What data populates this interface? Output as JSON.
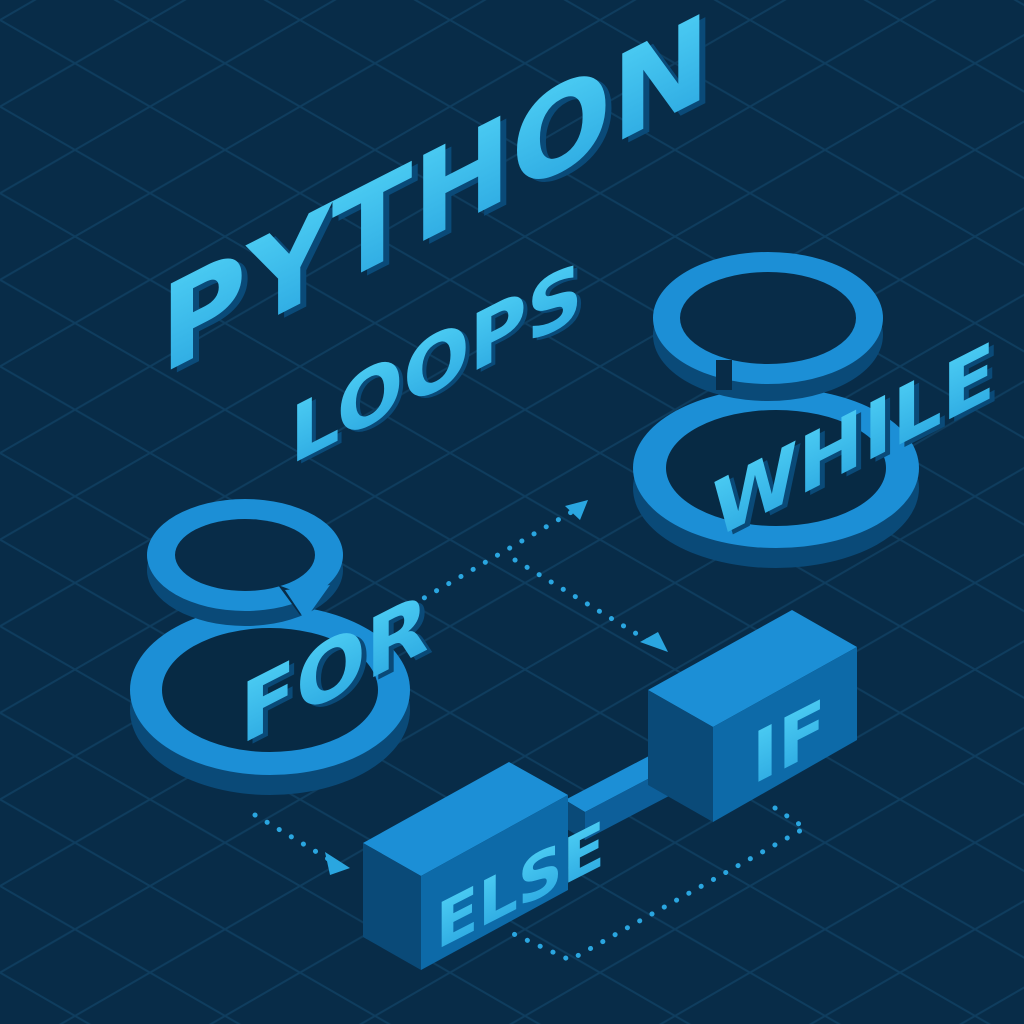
{
  "title": {
    "line1": "PYTHON",
    "line2": "LOOPS"
  },
  "nodes": {
    "for": {
      "label": "FOR",
      "icon": "loop-arrow-icon"
    },
    "while": {
      "label": "WHILE",
      "icon": "loop-ring-icon"
    },
    "if": {
      "label": "IF",
      "icon": "block-icon"
    },
    "else": {
      "label": "ELSE",
      "icon": "block-icon"
    }
  },
  "connectors": [
    {
      "from": "for",
      "to": "while",
      "style": "dotted-arrow"
    },
    {
      "from": "while",
      "to": "if",
      "style": "dotted-arrow"
    },
    {
      "from": "for",
      "to": "else",
      "style": "dotted-arrow"
    },
    {
      "from": "if",
      "to": "else",
      "style": "dotted-loop"
    },
    {
      "from": "else",
      "to": "if",
      "style": "solid-bar"
    }
  ],
  "colors": {
    "background": "#082c48",
    "grid": "#0f3d5e",
    "face_top": "#1c8fd6",
    "face_side": "#0d5f9a",
    "face_dark": "#0a4a78",
    "text_light": "#3fc4f0",
    "dots": "#2aa6e0"
  }
}
